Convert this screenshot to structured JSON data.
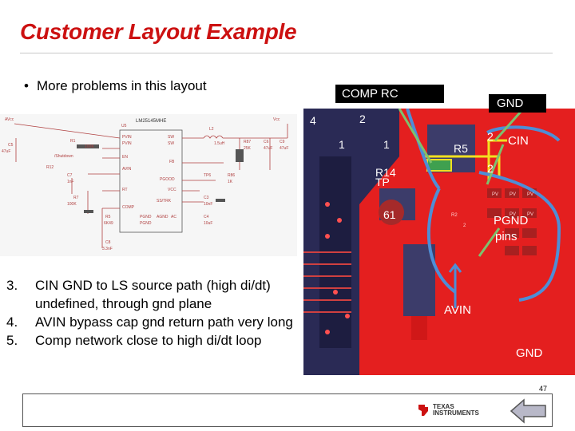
{
  "slide": {
    "title": "Customer Layout Example",
    "bullet": "More problems in this layout",
    "items": [
      {
        "num": "3.",
        "text": "CIN GND to LS source path (high di/dt) undefined, through gnd plane"
      },
      {
        "num": "4.",
        "text": "AVIN bypass cap gnd return path very long"
      },
      {
        "num": "5.",
        "text": "Comp network close to high di/dt loop"
      }
    ],
    "page_number": "47"
  },
  "pcb_labels": {
    "comp_rc": "COMP RC",
    "gnd_top": "GND",
    "cin": "CIN",
    "pgnd": "PGND",
    "pins": "pins",
    "avin": "AVIN",
    "gnd_bottom": "GND",
    "board_marks": [
      "4",
      "2",
      "1",
      "1",
      "2",
      "2",
      "R14",
      "TP",
      "R5",
      "61",
      "PV",
      "R2",
      "2",
      "PV",
      "PV",
      "PV",
      "PV"
    ]
  },
  "schematic": {
    "labels": [
      "AVcc",
      "Vcc",
      "U5",
      "LM25145MHE",
      "L2",
      "1.5uH",
      "R1",
      "100K",
      "C5",
      "47uF",
      "/Shutdown",
      "R12",
      "C7",
      "1nF",
      "R7",
      "100K",
      "R5",
      "6K49",
      "C8",
      "3.3nF",
      "PVIN",
      "PVIN",
      "EN",
      "AVIN",
      "RT",
      "COMP",
      "SW",
      "SW",
      "FB",
      "PGOOD",
      "VCC",
      "SS/TRK",
      "PGND",
      "PGND",
      "AGND",
      "AC",
      "R87",
      "25K",
      "C6",
      "47uF",
      "C9",
      "47uF",
      "TP6",
      "R86",
      "1K",
      "C3",
      "10nF",
      "C4",
      "10uF"
    ]
  },
  "footer": {
    "logo_line1": "TEXAS",
    "logo_line2": "INSTRUMENTS"
  },
  "colors": {
    "title": "#cc1111",
    "pcb_red": "#e41f1f",
    "pcb_dark": "#2a2a55",
    "trace_blue": "#4e8ed6",
    "trace_yellow": "#f2e020",
    "arrow_green": "#7dc26e"
  }
}
